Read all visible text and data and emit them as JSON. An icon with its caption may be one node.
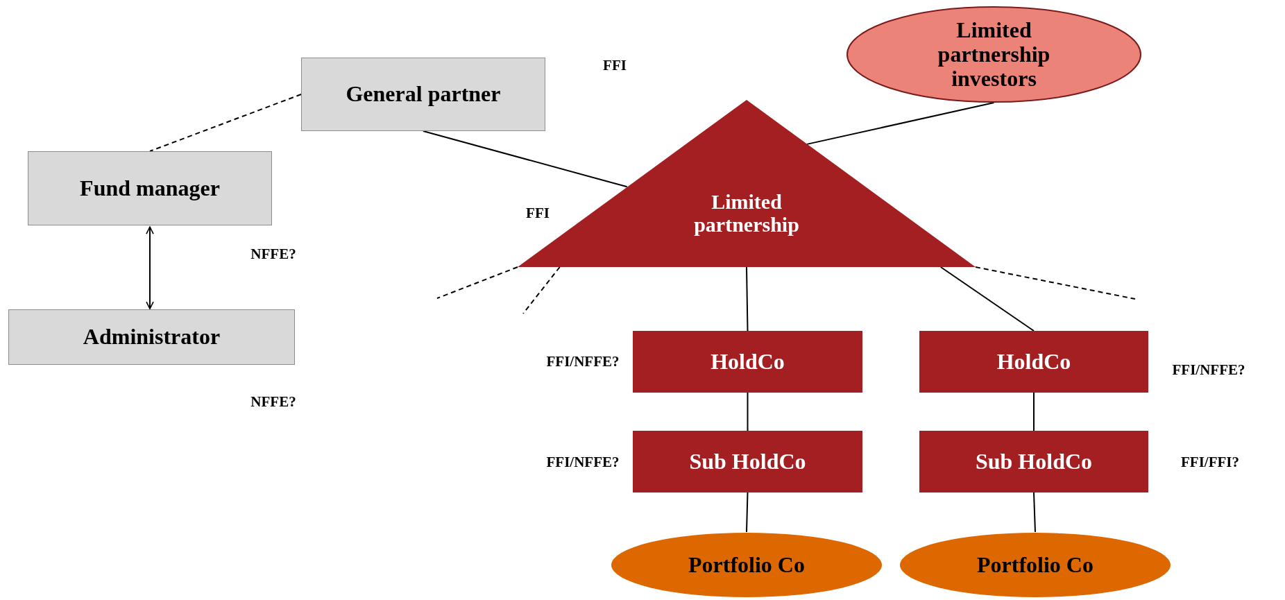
{
  "diagram": {
    "nodes": [
      {
        "text": [
          "General partner"
        ]
      },
      {
        "text": [
          "Fund manager"
        ],
        "beside": [
          "NFFE?"
        ]
      },
      {
        "text": [
          "Administrator"
        ],
        "beside": [
          "NFFE?"
        ]
      },
      {
        "text": [
          "Limited partnership investors"
        ]
      },
      {
        "text": [
          "Limited partnership"
        ],
        "beside": [
          "FFI"
        ]
      },
      {
        "text": [
          "HoldCo"
        ],
        "beside": [
          "FFI/NFFE?"
        ]
      },
      {
        "text": [
          "HoldCo"
        ],
        "beside": [
          "FFI/NFFE?"
        ]
      },
      {
        "text": [
          "Sub HoldCo"
        ],
        "beside": [
          "FFI/NFFE?"
        ]
      },
      {
        "text": [
          "Sub HoldCo"
        ],
        "beside": [
          "FFI/FFI?"
        ]
      },
      {
        "text": [
          "Portfolio Co"
        ]
      },
      {
        "text": [
          "Portfolio Co"
        ]
      }
    ],
    "edges": [
      {
        "from": 0,
        "to": 1,
        "arrow": "none",
        "style": "dashed"
      },
      {
        "from": 0,
        "to": 4,
        "arrow": "none"
      },
      {
        "from": 3,
        "to": 4,
        "arrow": "none"
      },
      {
        "from": 1,
        "to": 2,
        "arrow": "both"
      },
      {
        "from": 4,
        "to": null,
        "arrow": "none",
        "style": "dashed"
      },
      {
        "from": 4,
        "to": null,
        "arrow": "none",
        "style": "dashed"
      },
      {
        "from": 4,
        "to": null,
        "arrow": "none",
        "style": "dashed"
      },
      {
        "from": 4,
        "to": 5,
        "arrow": "none"
      },
      {
        "from": 4,
        "to": 6,
        "arrow": "none"
      },
      {
        "from": 5,
        "to": 7,
        "arrow": "none"
      },
      {
        "from": 6,
        "to": 8,
        "arrow": "none"
      },
      {
        "from": 7,
        "to": 9,
        "arrow": "none"
      },
      {
        "from": 8,
        "to": 10,
        "arrow": "none"
      }
    ],
    "labels": [
      "FFI"
    ]
  }
}
